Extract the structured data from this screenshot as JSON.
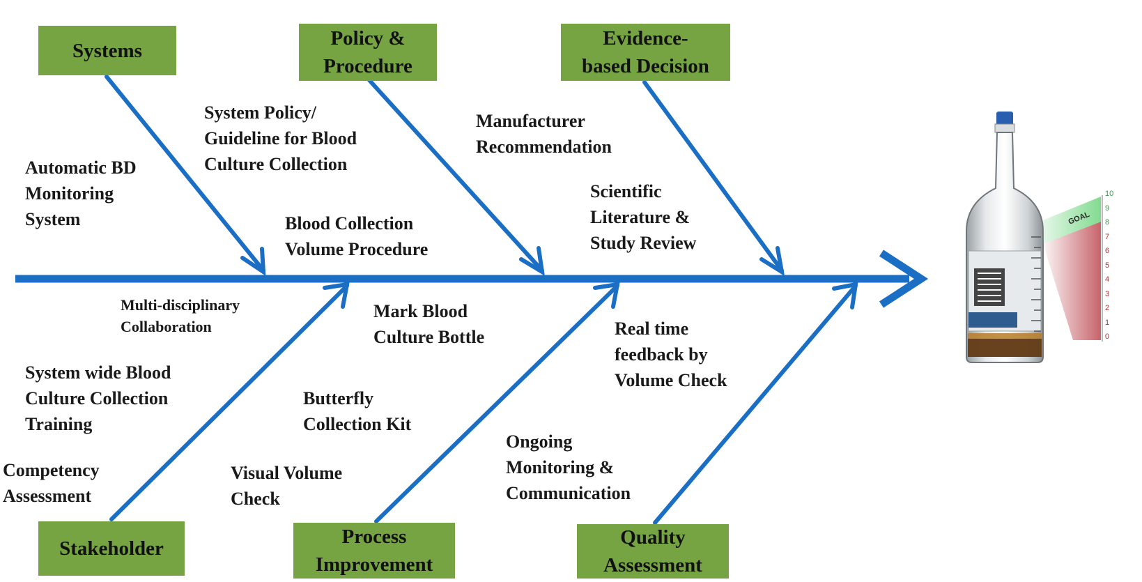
{
  "categories": {
    "systems": "Systems",
    "policy": [
      "Policy &",
      "Procedure"
    ],
    "evidence": [
      "Evidence-",
      "based Decision"
    ],
    "stakeholder": "Stakeholder",
    "process": [
      "Process",
      "Improvement"
    ],
    "quality": [
      "Quality",
      "Assessment"
    ]
  },
  "causes": {
    "automatic_bd": [
      "Automatic BD",
      "Monitoring",
      "System"
    ],
    "system_policy": [
      "System Policy/",
      "Guideline for Blood",
      "Culture Collection"
    ],
    "blood_volume_procedure": [
      "Blood Collection",
      "Volume Procedure"
    ],
    "manufacturer": [
      "Manufacturer",
      "Recommendation"
    ],
    "scientific": [
      "Scientific",
      "Literature &",
      "Study Review"
    ],
    "multidisciplinary": [
      "Multi-disciplinary",
      "Collaboration"
    ],
    "training": [
      "System wide Blood",
      "Culture Collection",
      "Training"
    ],
    "competency": [
      "Competency",
      "Assessment"
    ],
    "mark_bottle": [
      "Mark Blood",
      "Culture Bottle"
    ],
    "butterfly": [
      "Butterfly",
      "Collection Kit"
    ],
    "visual_check": [
      "Visual Volume",
      "Check"
    ],
    "realtime_feedback": [
      "Real time",
      "feedback by",
      "Volume Check"
    ],
    "ongoing_monitoring": [
      "Ongoing",
      "Monitoring &",
      "Communication"
    ]
  },
  "gauge": {
    "goal_label": "GOAL",
    "ticks": [
      "10",
      "9",
      "8",
      "7",
      "6",
      "5",
      "4",
      "3",
      "2",
      "1",
      "0"
    ]
  },
  "colors": {
    "arrow": "#1a6fc4",
    "box": "#76a443",
    "goal_green": "#7bd88a",
    "gauge_red": "#c0525a"
  }
}
